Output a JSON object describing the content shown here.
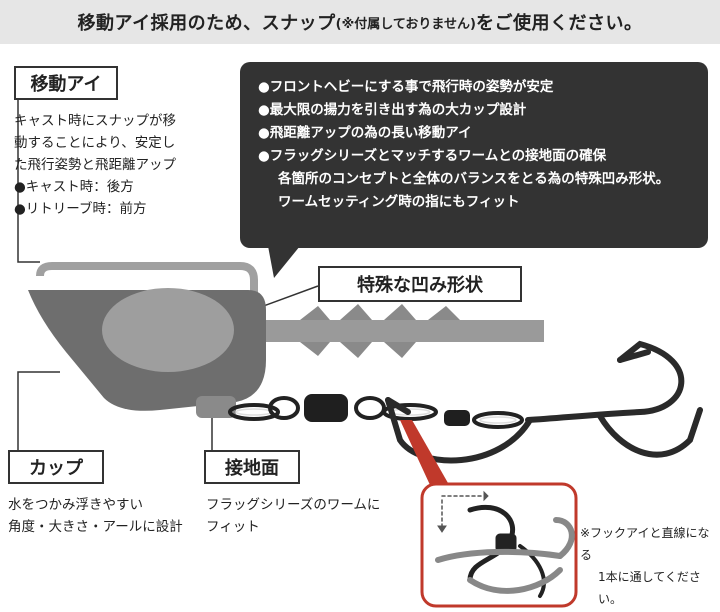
{
  "header": {
    "main": "移動アイ採用のため、スナップ",
    "note": "(※付属しておりません)",
    "tail": "をご使用ください。"
  },
  "move_eye": {
    "title": "移動アイ",
    "lines": [
      "キャスト時にスナップが移",
      "動することにより、安定し",
      "た飛行姿勢と飛距離アップ",
      "●キャスト時：後方",
      "●リトリーブ時：前方"
    ]
  },
  "features": {
    "lines": [
      "●フロントヘビーにする事で飛行時の姿勢が安定",
      "●最大限の揚力を引き出す為の大カップ設計",
      "●飛距離アップの為の長い移動アイ",
      "●フラッグシリーズとマッチするワームとの接地面の確保",
      "各箇所のコンセプトと全体のバランスをとる為の特殊凹み形状。",
      "ワームセッティング時の指にもフィット"
    ]
  },
  "special_dent": {
    "title": "特殊な凹み形状"
  },
  "cup": {
    "title": "カップ",
    "lines": [
      "水をつかみ浮きやすい",
      "角度・大きさ・アールに設計"
    ]
  },
  "contact": {
    "title": "接地面",
    "lines": [
      "フラッグシリーズのワームに",
      "フィット"
    ]
  },
  "hook_note": {
    "lines": [
      "※フックアイと直線になる",
      "1本に通してください。"
    ]
  },
  "colors": {
    "accent_red": "#c0392b",
    "dark": "#333333",
    "header_bg": "#e6e6e6"
  }
}
